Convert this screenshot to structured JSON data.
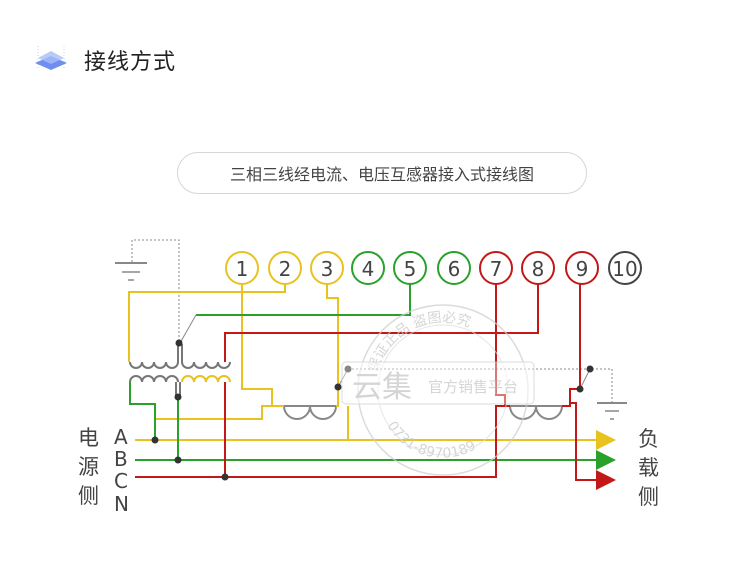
{
  "header": {
    "icon": "layers-icon",
    "title": "接线方式"
  },
  "diagram": {
    "title": "三相三线经电流、电压互感器接入式接线图",
    "terminals": [
      {
        "label": "1",
        "color": "#e8c21e"
      },
      {
        "label": "2",
        "color": "#e8c21e"
      },
      {
        "label": "3",
        "color": "#e8c21e"
      },
      {
        "label": "4",
        "color": "#2aa12a"
      },
      {
        "label": "5",
        "color": "#2aa12a"
      },
      {
        "label": "6",
        "color": "#2aa12a"
      },
      {
        "label": "7",
        "color": "#c21818"
      },
      {
        "label": "8",
        "color": "#c21818"
      },
      {
        "label": "9",
        "color": "#c21818"
      },
      {
        "label": "10",
        "color": "#444444"
      }
    ],
    "source_side": {
      "label_chars": [
        "电",
        "源",
        "侧"
      ],
      "phases": [
        "A",
        "B",
        "C",
        "N"
      ]
    },
    "load_side": {
      "label_chars": [
        "负",
        "载",
        "侧"
      ]
    },
    "colors": {
      "phase_a": "#e8c21e",
      "phase_b": "#2aa12a",
      "phase_c": "#c21818",
      "neutral": "#444444",
      "coil": "#777777",
      "accent": "#6f8ff0"
    }
  },
  "watermark": {
    "top_arc": "保证正品 盗图必究",
    "brand": "云集",
    "brand_sub": "官方销售平台",
    "phone": "0731-8970189"
  }
}
